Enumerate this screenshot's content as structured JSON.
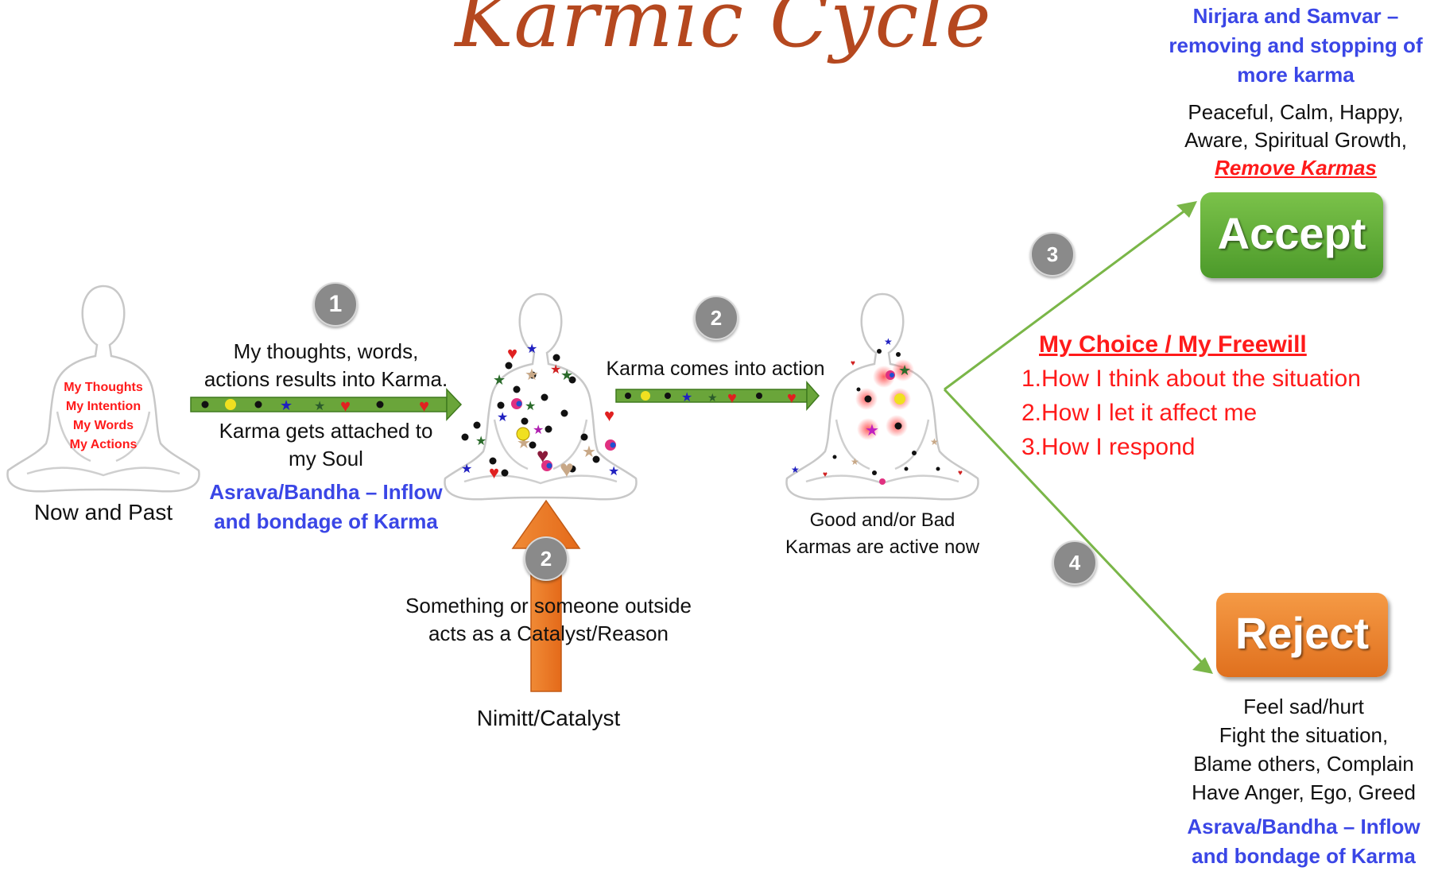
{
  "title": "Karmic Cycle",
  "figure1": {
    "lines": [
      "My Thoughts",
      "My Intention",
      "My Words",
      "My Actions"
    ],
    "caption": "Now and Past"
  },
  "step1": {
    "badge": "1",
    "text_above": [
      "My thoughts, words,",
      "actions results into Karma."
    ],
    "text_below": [
      "Karma gets attached to",
      "my Soul"
    ],
    "blue": [
      "Asrava/Bandha – Inflow",
      "and bondage of Karma"
    ]
  },
  "step2": {
    "badge": "2",
    "text": "Karma comes into action"
  },
  "catalyst": {
    "badge": "2",
    "text": [
      "Something or someone outside",
      "acts as a Catalyst/Reason"
    ],
    "caption": "Nimitt/Catalyst"
  },
  "figure3": {
    "caption": [
      "Good and/or Bad",
      "Karmas are active now"
    ]
  },
  "choice": {
    "heading": "My Choice / My Freewill",
    "items": [
      "1.How I think about the situation",
      "2.How I let it affect me",
      "3.How I respond"
    ]
  },
  "accept": {
    "badge": "3",
    "label": "Accept",
    "blue": [
      "Nirjara and Samvar –",
      "removing and stopping of",
      "more karma"
    ],
    "effects": [
      "Peaceful, Calm, Happy,",
      "Aware, Spiritual Growth,"
    ],
    "effects_emph": "Remove Karmas",
    "color": "#5aaa35"
  },
  "reject": {
    "badge": "4",
    "label": "Reject",
    "effects": [
      "Feel sad/hurt",
      "Fight the situation,",
      "Blame others, Complain",
      "Have Anger, Ego, Greed"
    ],
    "blue": [
      "Asrava/Bandha – Inflow",
      "and bondage of Karma"
    ],
    "color": "#ea7d2a"
  }
}
